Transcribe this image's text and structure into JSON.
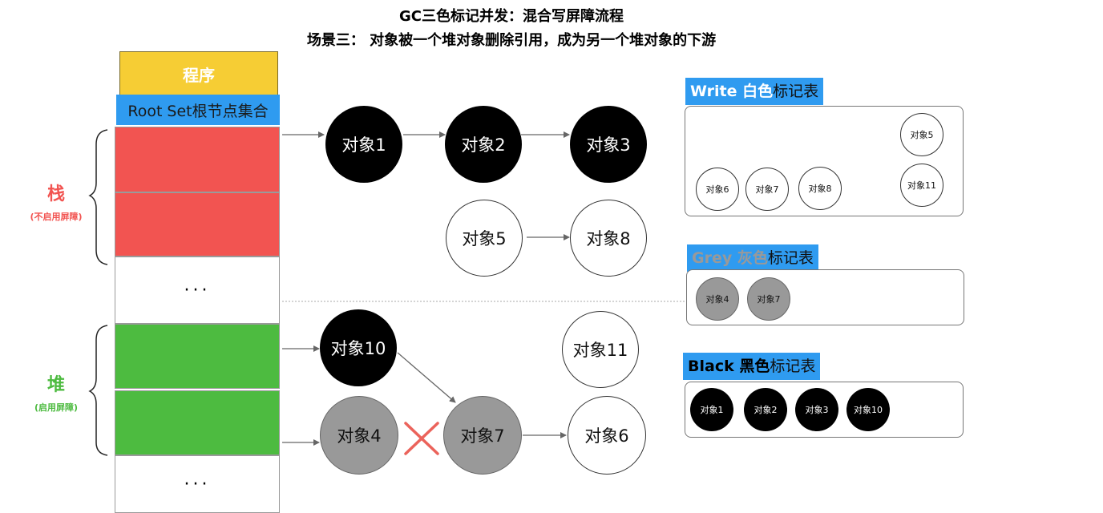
{
  "title": {
    "line1": "GC三色标记并发：混合写屏障流程",
    "line2": "场景三：  对象被一个堆对象删除引用，成为另一个堆对象的下游"
  },
  "program": {
    "label": "程序"
  },
  "root_set": {
    "label": "Root Set根节点集合"
  },
  "ellipsis": "···",
  "stack": {
    "label": "栈",
    "sub": "(不启用屏障)",
    "color": "#f25451"
  },
  "heap": {
    "label": "堆",
    "sub": "(启用屏障)",
    "color": "#4dbb40"
  },
  "nodes": {
    "o1": "对象1",
    "o2": "对象2",
    "o3": "对象3",
    "o5": "对象5",
    "o8": "对象8",
    "o10": "对象10",
    "o11": "对象11",
    "o4": "对象4",
    "o7": "对象7",
    "o6": "对象6"
  },
  "white_table": {
    "title_white_part": "Write 白色",
    "title_suffix": "标记表",
    "items": [
      "对象5",
      "对象6",
      "对象7",
      "对象8",
      "对象11"
    ]
  },
  "grey_table": {
    "title_white_part": "Grey 灰色",
    "title_suffix": "标记表",
    "items": [
      "对象4",
      "对象7"
    ]
  },
  "black_table": {
    "title_white_part": "Black 黑色",
    "title_suffix": "标记表",
    "items": [
      "对象1",
      "对象2",
      "对象3",
      "对象10"
    ]
  },
  "colors": {
    "accent_blue": "#2f9bf0",
    "program_yellow": "#f6cd34",
    "cross_red": "#e8483f",
    "grey": "#999999"
  }
}
